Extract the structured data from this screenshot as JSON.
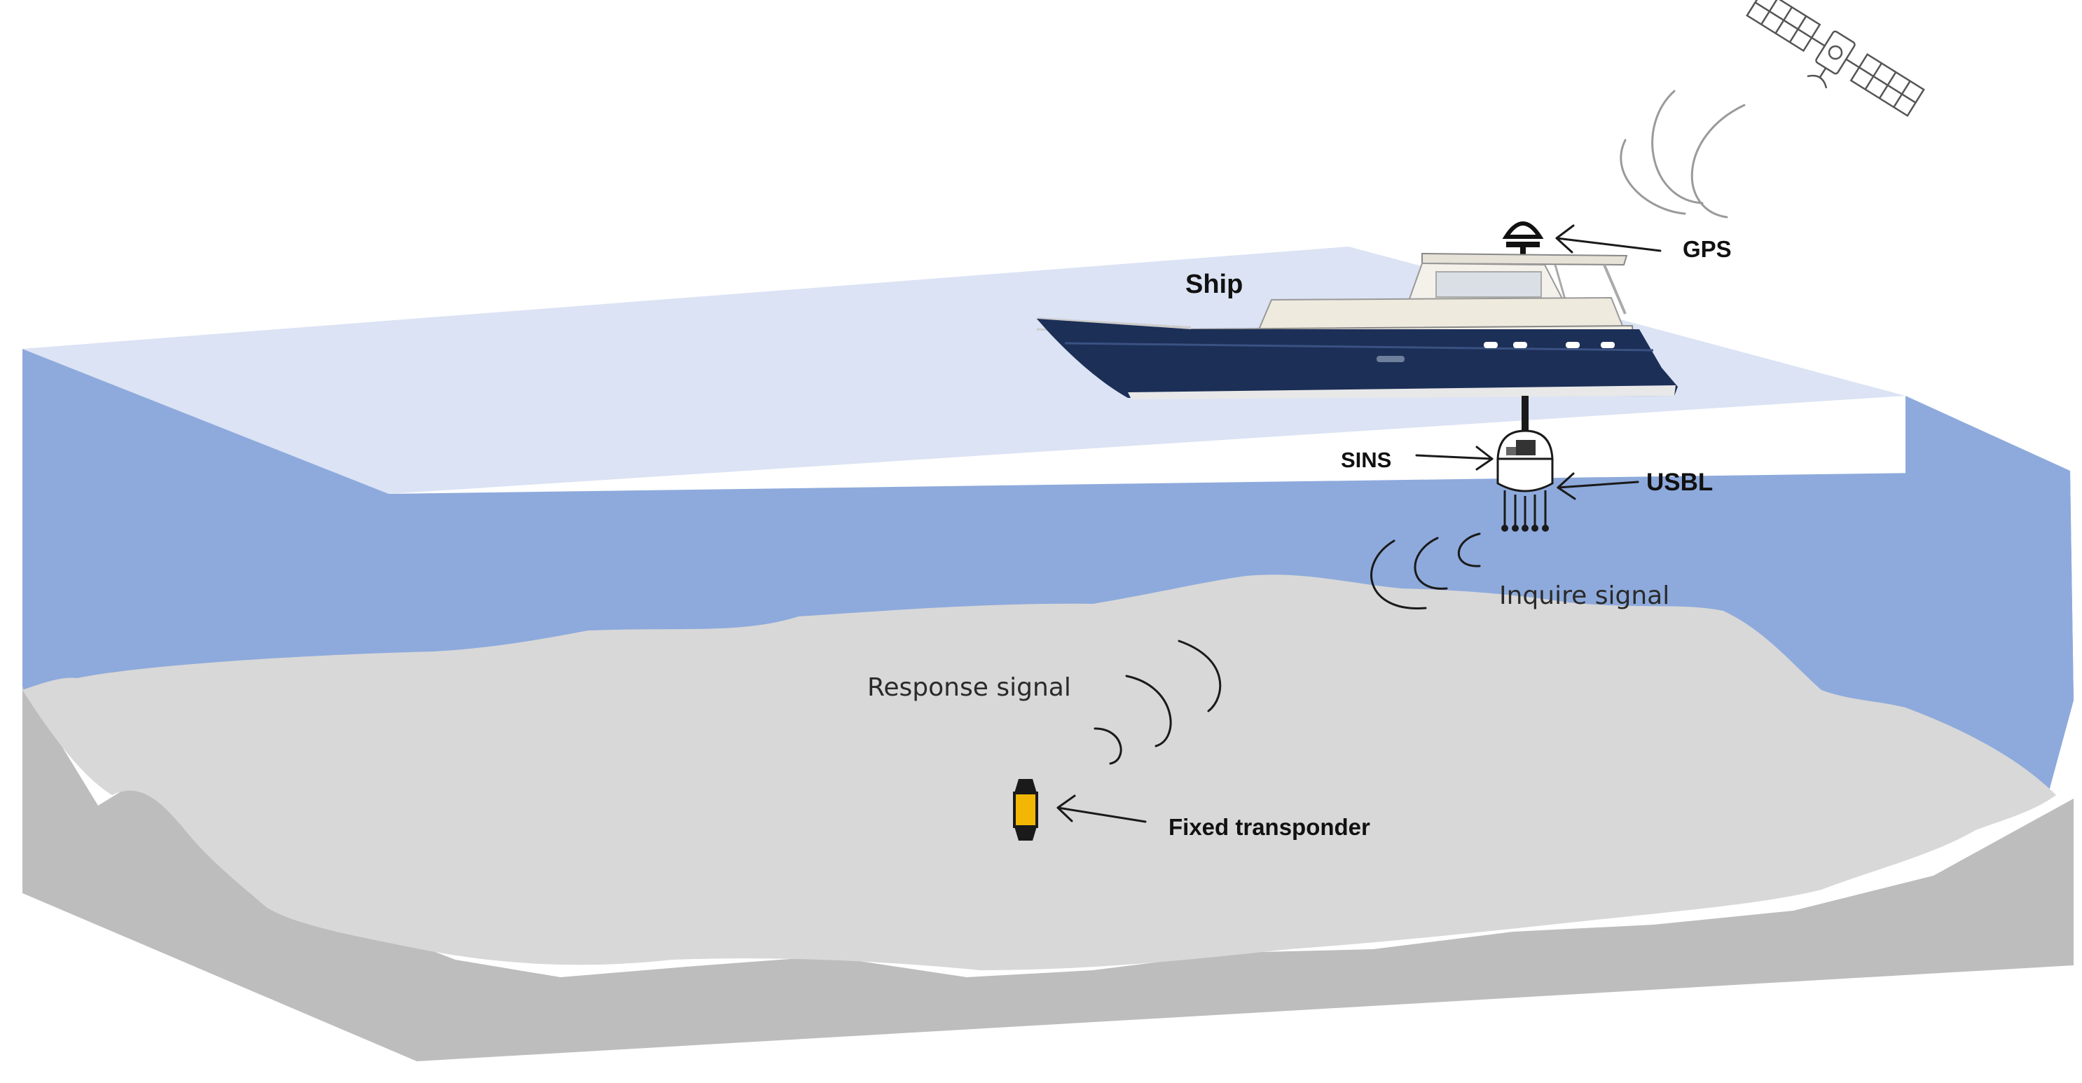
{
  "labels": {
    "ship": "Ship",
    "gps": "GPS",
    "sins": "SINS",
    "usbl": "USBL",
    "inquire_signal": "Inquire signal",
    "response_signal": "Response signal",
    "fixed_transponder": "Fixed transponder"
  },
  "colors": {
    "water_surface": "#dbe3f4",
    "water_body": "#8eaadc",
    "seabed_top": "#d8d8d8",
    "seabed_side": "#bdbdbd",
    "hull": "#1c2f57",
    "superstructure": "#f3efe6",
    "transponder_body": "#f2b705",
    "satellite_wave": "#9a9a9a"
  },
  "icons": [
    "satellite-icon",
    "gps-antenna-icon",
    "ship-icon",
    "usbl-device-icon",
    "transponder-icon"
  ]
}
